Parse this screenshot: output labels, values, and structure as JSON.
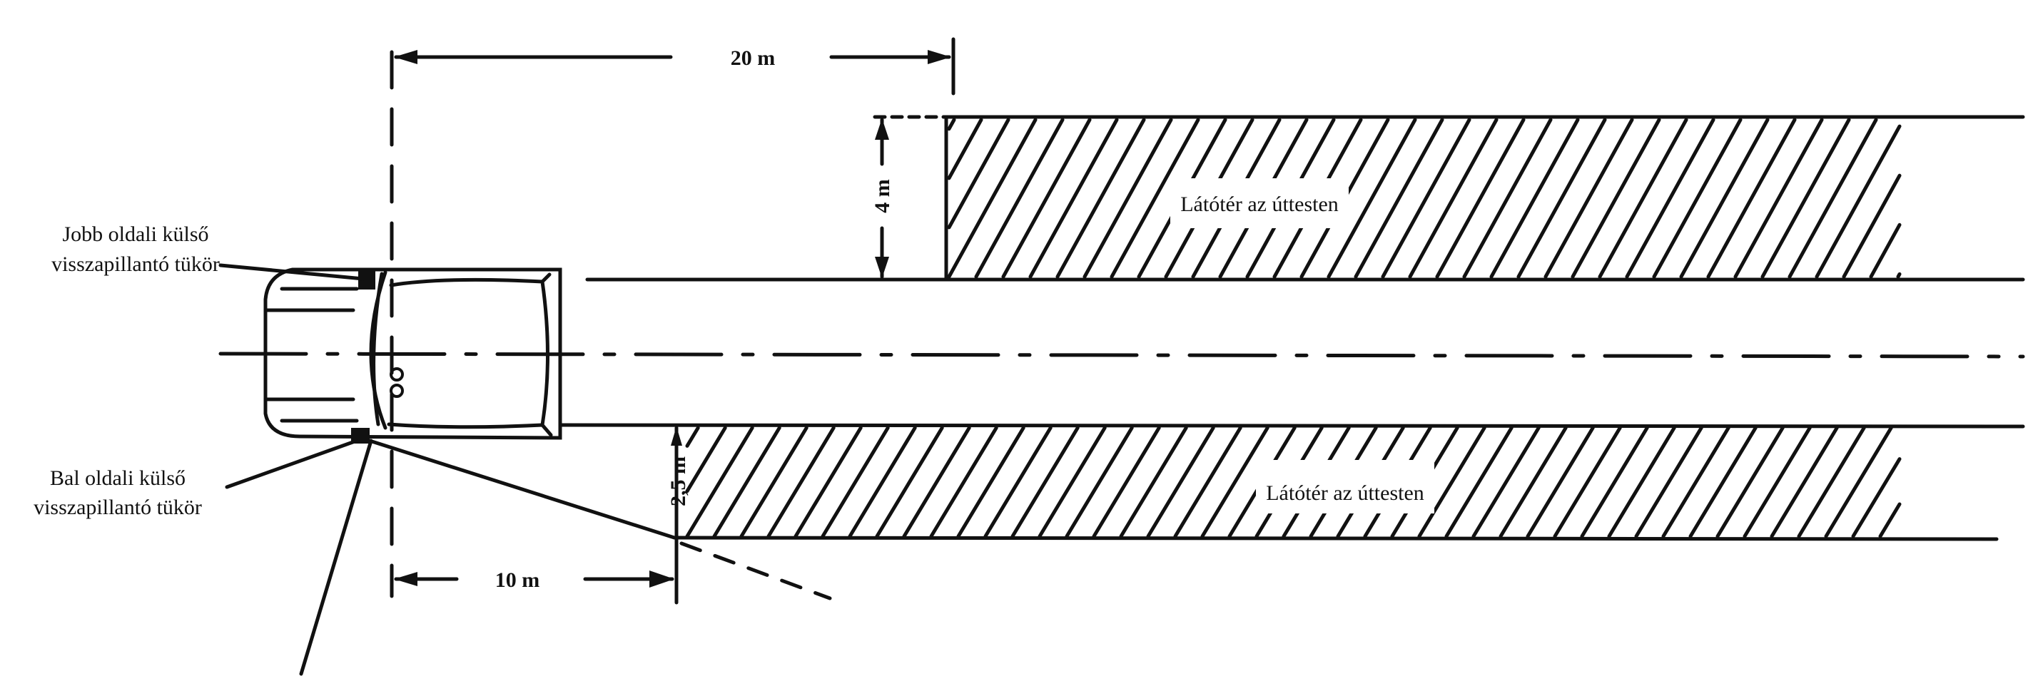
{
  "dimensions": {
    "forward_distance": "20 m",
    "upper_width": "4 m",
    "lower_width": "2,5 m",
    "side_distance": "10 m"
  },
  "labels": {
    "right_mirror_line1": "Jobb oldali külső",
    "right_mirror_line2": "visszapillantó tükör",
    "left_mirror_line1": "Bal oldali külső",
    "left_mirror_line2": "visszapillantó tükör",
    "upper_field": "Látótér az úttesten",
    "lower_field": "Látótér az úttesten"
  },
  "colors": {
    "ink": "#111111",
    "background": "#ffffff"
  }
}
